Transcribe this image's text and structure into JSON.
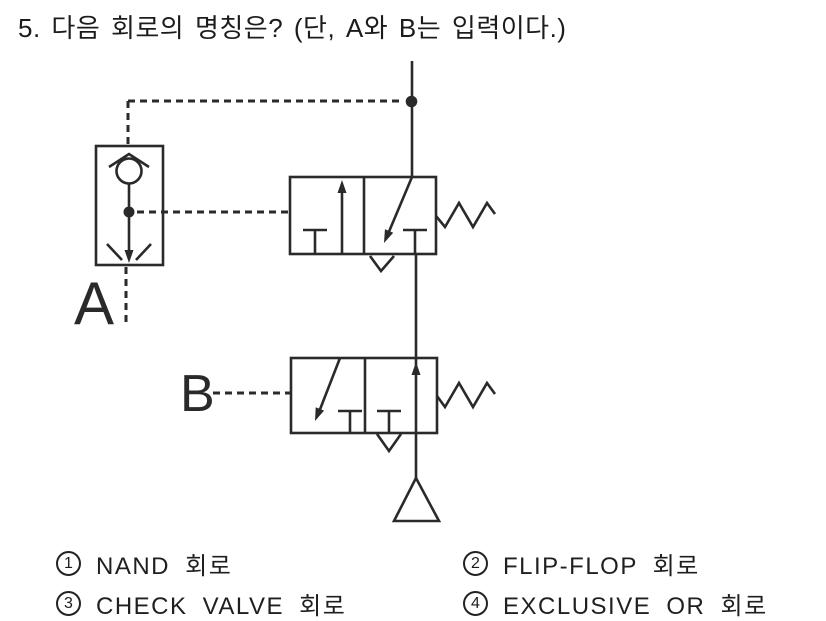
{
  "question": {
    "text": "5. 다음 회로의 명칭은? (단, A와 B는 입력이다.)"
  },
  "diagram": {
    "input_labels": {
      "a": "A",
      "b": "B"
    },
    "stroke_color": "#2a2a2a",
    "background_color": "#ffffff"
  },
  "options": [
    {
      "num": "1",
      "label": "NAND 회로"
    },
    {
      "num": "2",
      "label": "FLIP-FLOP 회로"
    },
    {
      "num": "3",
      "label": "CHECK VALVE 회로"
    },
    {
      "num": "4",
      "label": "EXCLUSIVE OR 회로"
    }
  ]
}
